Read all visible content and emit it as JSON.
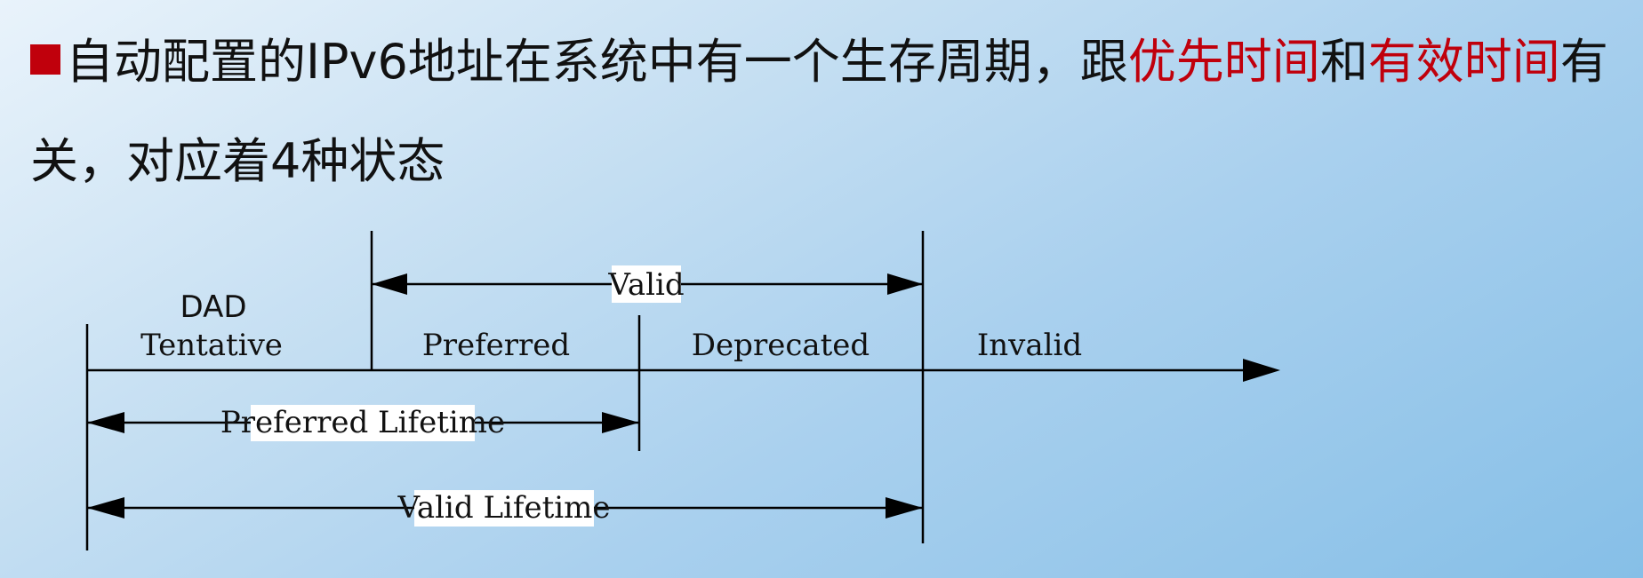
{
  "heading": {
    "part1": "自动配置的IPv6地址在系统中有一个生存周期，跟",
    "hl1": "优先时间",
    "part2": "和",
    "hl2": "有效时间",
    "part3": "有关，对应着4种状态"
  },
  "diagram": {
    "top_label_dad": "DAD",
    "state_tentative": "Tentative",
    "state_preferred": "Preferred",
    "state_deprecated": "Deprecated",
    "state_invalid": "Invalid",
    "arrow_valid": "Valid",
    "arrow_preferred_lifetime": "Preferred Lifetime",
    "arrow_valid_lifetime": "Valid Lifetime"
  },
  "colors": {
    "highlight": "#c0000c",
    "text": "#111111"
  }
}
